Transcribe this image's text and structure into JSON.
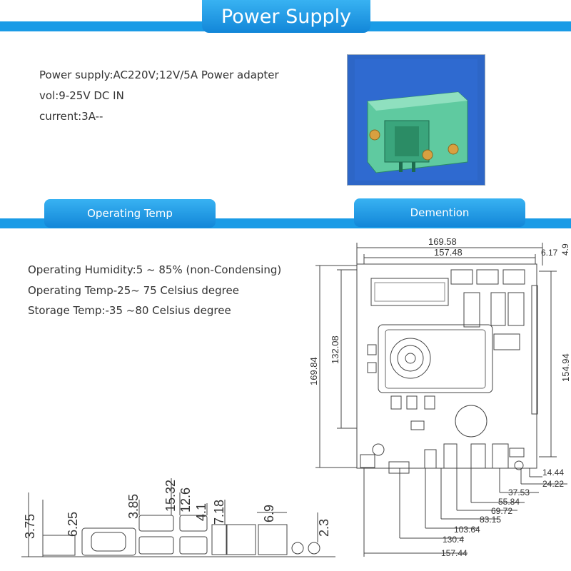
{
  "power_supply": {
    "title": "Power Supply",
    "lines": [
      "Power supply:AC220V;12V/5A Power adapter",
      "vol:9-25V DC IN",
      "current:3A--"
    ]
  },
  "operating_temp": {
    "title": "Operating Temp",
    "lines": [
      "Operating Humidity:5 ~ 85% (non-Condensing)",
      "Operating Temp-25~ 75 Celsius degree",
      "Storage Temp:-35 ~80  Celsius degree"
    ]
  },
  "dimension": {
    "title": "Demention",
    "top": [
      "169.58",
      "157.48",
      "6.17",
      "4.9"
    ],
    "left": [
      "169.84",
      "132.08"
    ],
    "right": [
      "154.94"
    ],
    "bottom": [
      "14.44",
      "24.22",
      "37.53",
      "55.84",
      "69.72",
      "83.15",
      "103.64",
      "130.4",
      "157.44"
    ],
    "side": [
      "3.75",
      "6.25",
      "3.85",
      "15.32",
      "12.6",
      "4.1",
      "7.18",
      "6.9",
      "2.3"
    ]
  }
}
